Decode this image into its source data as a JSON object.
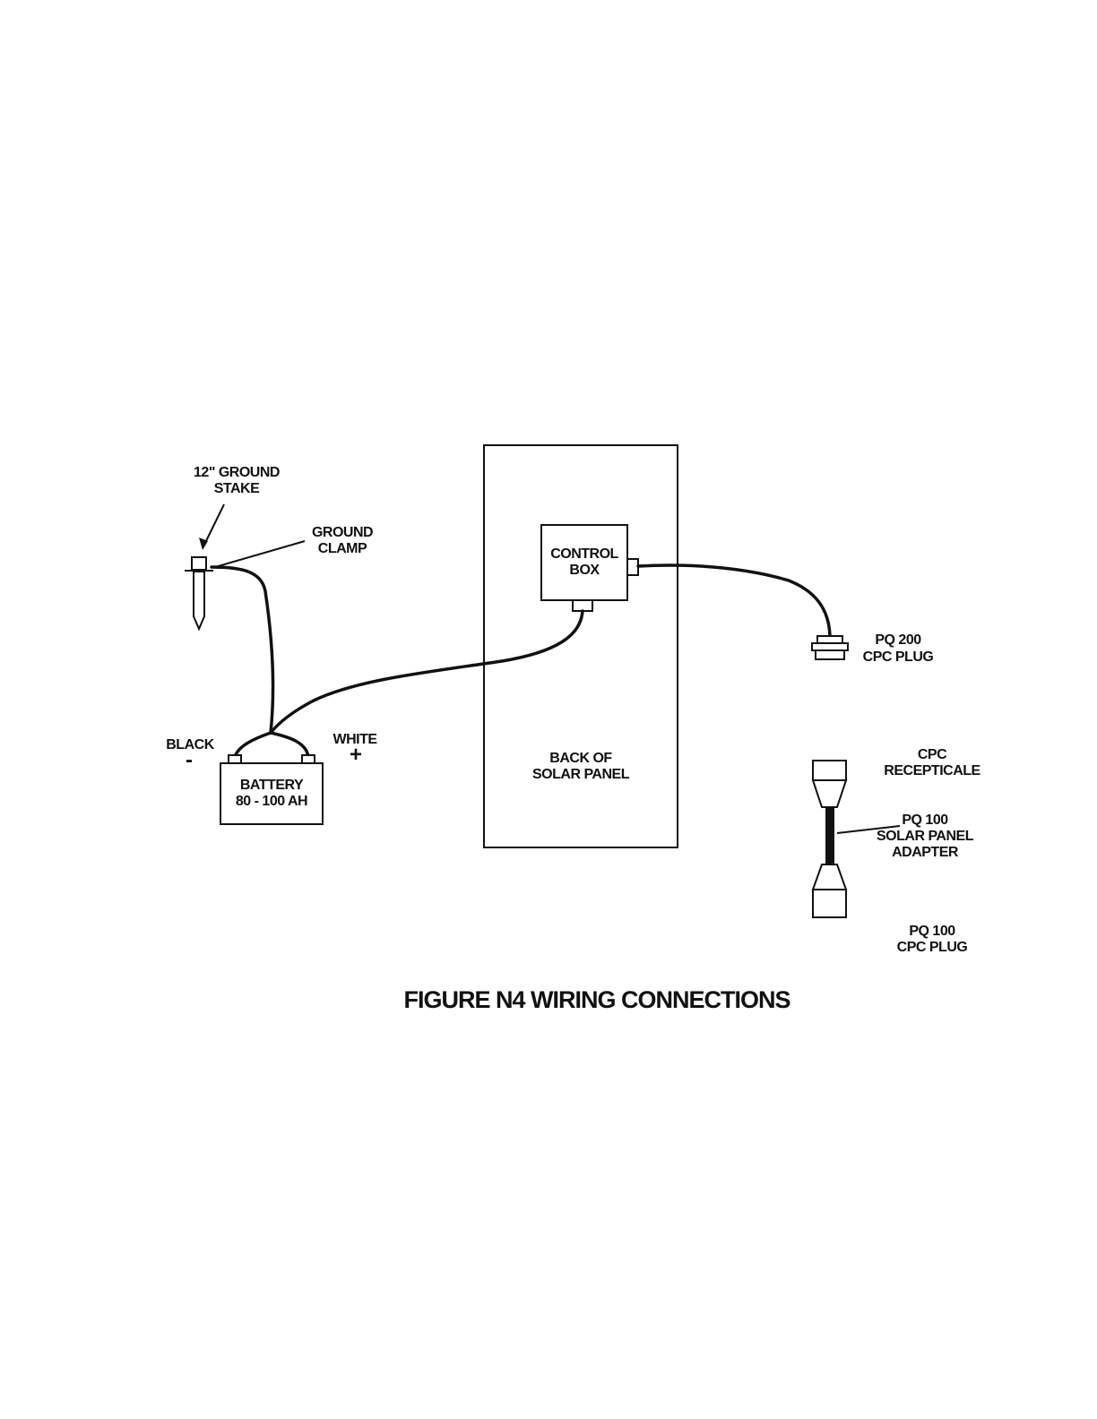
{
  "figure": {
    "caption": "FIGURE N4 WIRING CONNECTIONS"
  },
  "ground_stake": {
    "label_line1": "12\" GROUND",
    "label_line2": "STAKE"
  },
  "ground_clamp": {
    "label_line1": "GROUND",
    "label_line2": "CLAMP"
  },
  "battery": {
    "label_line1": "BATTERY",
    "label_line2": "80 - 100 AH",
    "negative_label": "BLACK",
    "negative_symbol": "-",
    "positive_label": "WHITE",
    "positive_symbol": "+"
  },
  "solar_panel": {
    "label_line1": "BACK OF",
    "label_line2": "SOLAR PANEL"
  },
  "control_box": {
    "label_line1": "CONTROL",
    "label_line2": "BOX"
  },
  "pq200_plug": {
    "label_line1": "PQ 200",
    "label_line2": "CPC PLUG"
  },
  "cpc_receptacle": {
    "label_line1": "CPC",
    "label_line2": "RECEPTICALE"
  },
  "pq100_adapter": {
    "label_line1": "PQ 100",
    "label_line2": "SOLAR PANEL",
    "label_line3": "ADAPTER"
  },
  "pq100_plug": {
    "label_line1": "PQ 100",
    "label_line2": "CPC PLUG"
  }
}
